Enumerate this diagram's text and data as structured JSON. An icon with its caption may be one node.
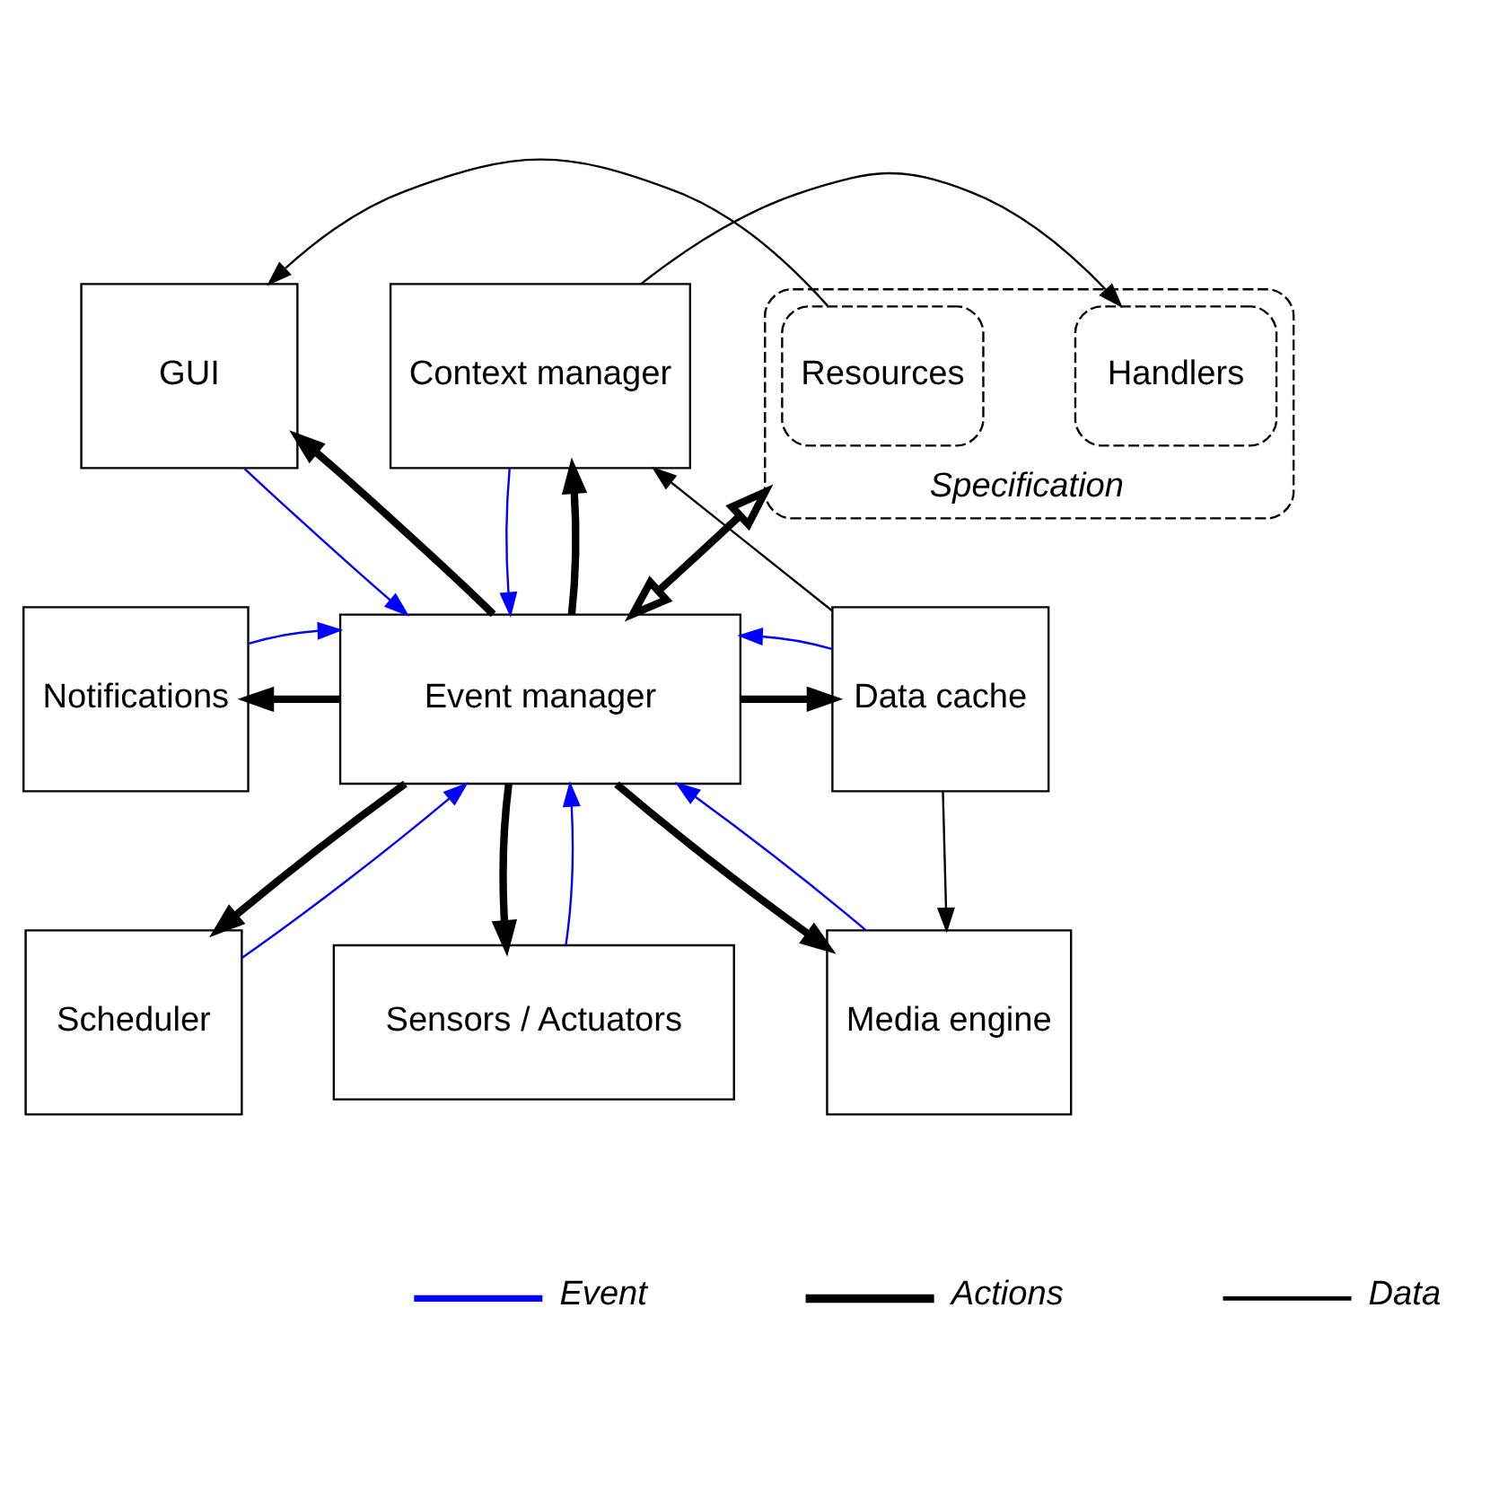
{
  "diagram": {
    "nodes": [
      {
        "text": [
          "GUI"
        ]
      },
      {
        "text": [
          "Specification"
        ]
      },
      {
        "text": [
          "Resources"
        ],
        "in": 1
      },
      {
        "text": [
          "Handlers"
        ],
        "in": 1
      },
      {
        "text": [
          "Context manager"
        ]
      },
      {
        "text": [
          "Notifications"
        ]
      },
      {
        "text": [
          "Event manager"
        ]
      },
      {
        "text": [
          "Data cache"
        ]
      },
      {
        "text": [
          "Scheduler"
        ]
      },
      {
        "text": [
          "Sensors / Actuators"
        ]
      },
      {
        "text": [
          "Media engine"
        ]
      }
    ],
    "edges": [
      {
        "from": 2,
        "to": 0,
        "arrow": "to"
      },
      {
        "from": 4,
        "to": 3,
        "arrow": "to"
      },
      {
        "from": 1,
        "to": 6,
        "arrow": "both",
        "style": "thick"
      },
      {
        "from": 0,
        "to": 6,
        "arrow": "to",
        "color": "#0000ff"
      },
      {
        "from": 6,
        "to": 0,
        "arrow": "to",
        "style": "thick"
      },
      {
        "from": 4,
        "to": 6,
        "arrow": "to",
        "color": "#0000ff"
      },
      {
        "from": 6,
        "to": 4,
        "arrow": "to",
        "style": "thick"
      },
      {
        "from": 6,
        "to": 5,
        "arrow": "to",
        "style": "thick"
      },
      {
        "from": 5,
        "to": 6,
        "arrow": "to",
        "color": "#0000ff"
      },
      {
        "from": 6,
        "to": 7,
        "arrow": "to",
        "style": "thick"
      },
      {
        "from": 7,
        "to": 6,
        "arrow": "to",
        "color": "#0000ff"
      },
      {
        "from": 7,
        "to": 4,
        "arrow": "to"
      },
      {
        "from": 7,
        "to": 10,
        "arrow": "to"
      },
      {
        "from": 6,
        "to": 8,
        "arrow": "to",
        "style": "thick"
      },
      {
        "from": 8,
        "to": 6,
        "arrow": "to",
        "color": "#0000ff"
      },
      {
        "from": 6,
        "to": 9,
        "arrow": "to",
        "style": "thick"
      },
      {
        "from": 9,
        "to": 6,
        "arrow": "to",
        "color": "#0000ff"
      },
      {
        "from": 6,
        "to": 10,
        "arrow": "to",
        "style": "thick"
      },
      {
        "from": 10,
        "to": 6,
        "arrow": "to",
        "color": "#0000ff"
      }
    ],
    "legend": [
      {
        "text": "Event"
      },
      {
        "text": "Actions"
      },
      {
        "text": "Data"
      }
    ]
  }
}
